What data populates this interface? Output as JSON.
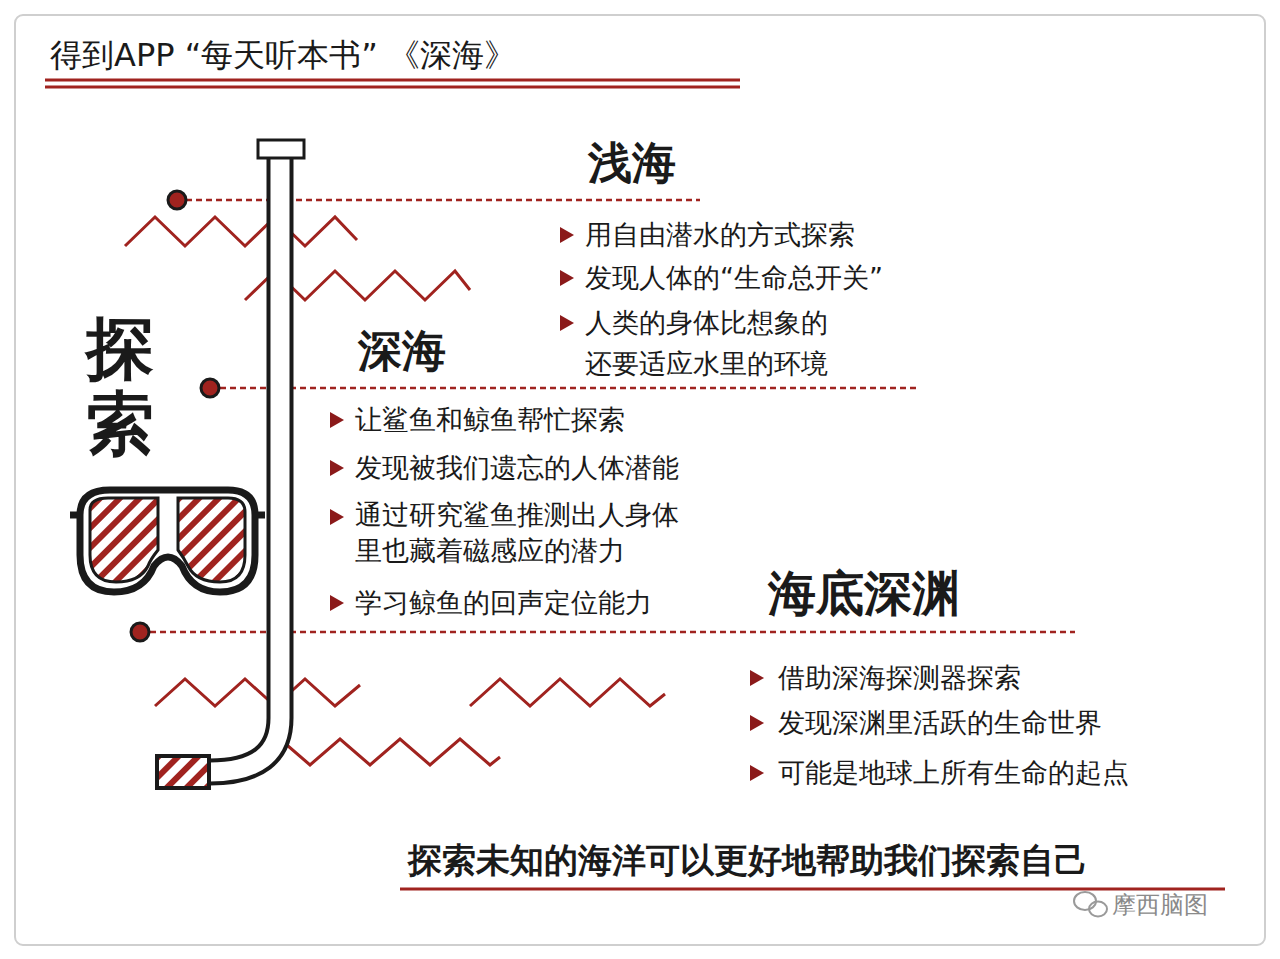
{
  "diagram": {
    "title": "得到APP “每天听本书” 《深海》",
    "caption": "探索未知的海洋可以更好地帮助我们探索自己",
    "labels": [
      "浅海",
      "用自由潜水的方式探索",
      "发现人体的“生命总开关”",
      "人类的身体比想象的 还要适应水里的环境",
      "探索",
      "深海",
      "让鲨鱼和鲸鱼帮忙探索",
      "发现被我们遗忘的人体潜能",
      "通过研究鲨鱼推测出人身体 里也藏着磁感应的潜力",
      "学习鲸鱼的回声定位能力",
      "海底深渊",
      "借助深海探测器探索",
      "发现深渊里活跃的生命世界",
      "可能是地球上所有生命的起点",
      "摩西脑图"
    ]
  }
}
